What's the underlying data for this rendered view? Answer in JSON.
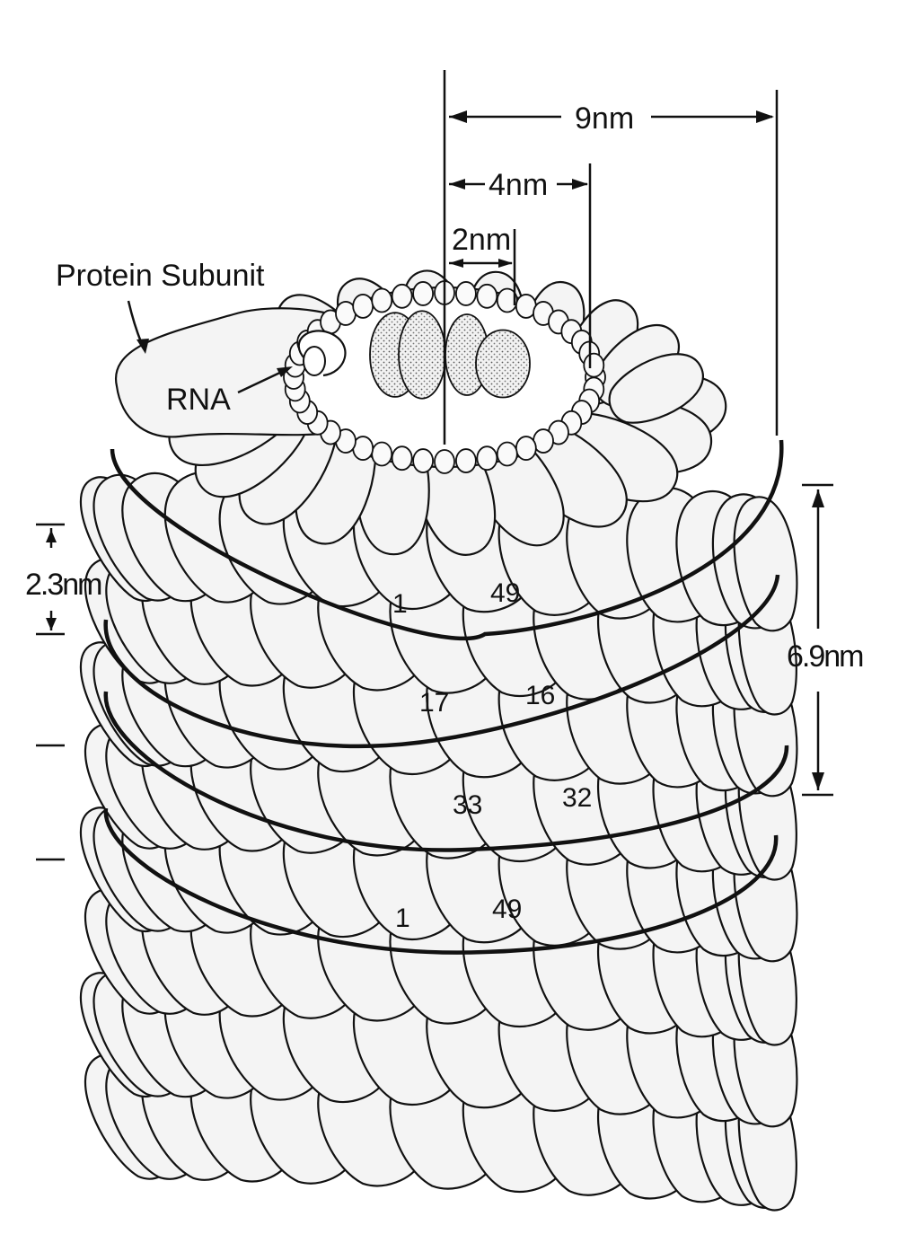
{
  "labels": {
    "protein_subunit": "Protein Subunit",
    "rna": "RNA"
  },
  "dimensions": {
    "outer": "9nm",
    "mid": "4nm",
    "inner": "2nm",
    "pitch": "2.3nm",
    "repeat": "6.9nm"
  },
  "subunit_numbers": [
    "1",
    "49",
    "17",
    "16",
    "33",
    "32",
    "1",
    "49"
  ],
  "colors": {
    "ink": "#111111",
    "subunit_fill": "#f4f4f4",
    "background": "#ffffff"
  }
}
